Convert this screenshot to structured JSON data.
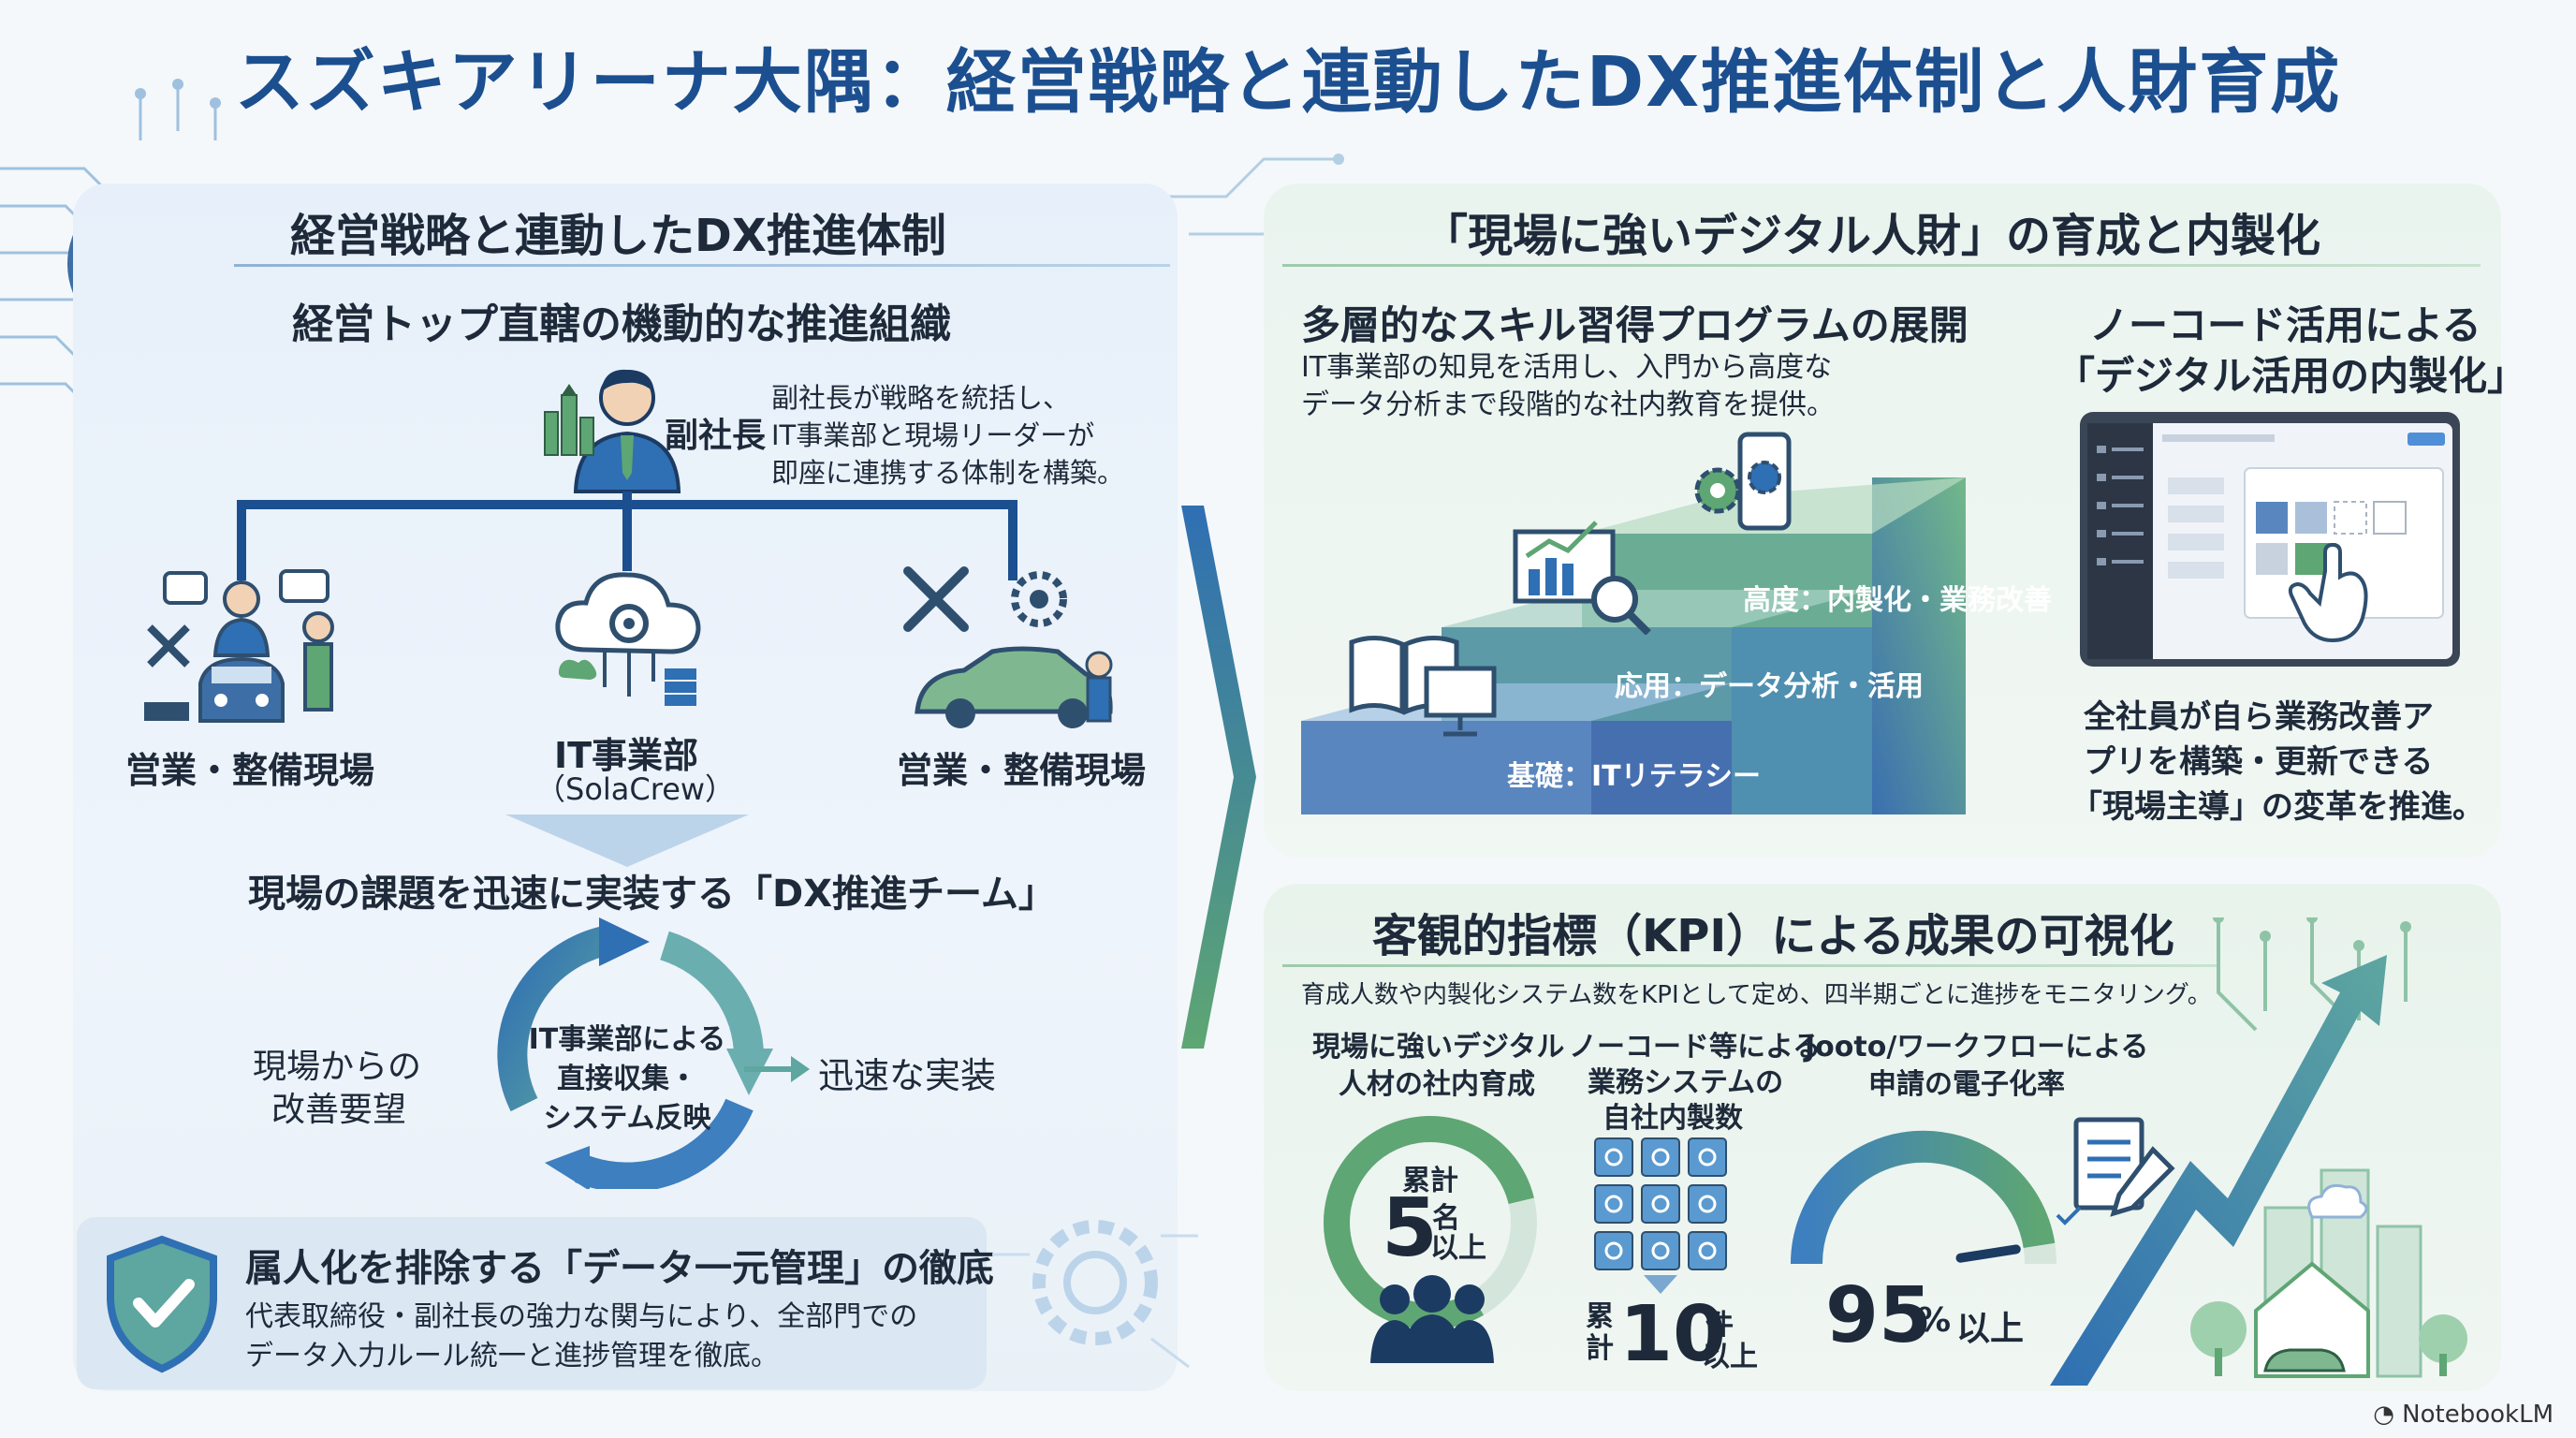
{
  "title": "スズキアリーナ大隅：経営戦略と連動したDX推進体制と人財育成",
  "left": {
    "heading": "経営戦略と連動したDX推進体制",
    "subheading": "経営トップ直轄の機動的な推進組織",
    "vp_label": "副社長",
    "vp_desc": [
      "副社長が戦略を統括し、",
      "IT事業部と現場リーダーが",
      "即座に連携する体制を構築。"
    ],
    "nodes": [
      {
        "label": "営業・整備現場"
      },
      {
        "label": "IT事業部",
        "sub": "（SolaCrew）"
      },
      {
        "label": "営業・整備現場"
      }
    ],
    "team_heading": "現場の課題を迅速に実装する「DX推進チーム」",
    "cycle_left": [
      "現場からの",
      "改善要望"
    ],
    "cycle_center": [
      "IT事業部による",
      "直接収集・",
      "システム反映"
    ],
    "cycle_right": "迅速な実装",
    "shield_heading": "属人化を排除する「データ一元管理」の徹底",
    "shield_desc": [
      "代表取締役・副社長の強力な関与により、全部門での",
      "データ入力ルール統一と進捗管理を徹底。"
    ]
  },
  "right_top": {
    "heading": "「現場に強いデジタル人財」の育成と内製化",
    "program_heading": "多層的なスキル習得プログラムの展開",
    "program_desc": [
      "IT事業部の知見を活用し、入門から高度な",
      "データ分析まで段階的な社内教育を提供。"
    ],
    "steps": [
      "基礎：ITリテラシー",
      "応用：データ分析・活用",
      "高度：内製化・業務改善"
    ],
    "nocode_heading": [
      "ノーコード活用による",
      "「デジタル活用の内製化」"
    ],
    "nocode_desc": [
      "全社員が自ら業務改善ア",
      "プリを構築・更新できる",
      "「現場主導」の変革を推進。"
    ]
  },
  "right_bottom": {
    "heading": "客観的指標（KPI）による成果の可視化",
    "desc": "育成人数や内製化システム数をKPIとして定め、四半期ごとに進捗をモニタリング。",
    "kpis": [
      {
        "title": [
          "現場に強いデジタル",
          "人材の社内育成"
        ],
        "prefix": "累計",
        "value": "5",
        "unit": "名",
        "suffix": "以上"
      },
      {
        "title": [
          "ノーコード等による",
          "業務システムの",
          "自社内製数"
        ],
        "prefix": "累計",
        "value": "10",
        "unit": "件",
        "suffix": "以上"
      },
      {
        "title": [
          "Jooto/ワークフローによる",
          "申請の電子化率"
        ],
        "value": "95",
        "unit": "%",
        "suffix": "以上",
        "gauge": 0.95
      }
    ]
  },
  "footer": "NotebookLM",
  "colors": {
    "navy": "#1c4f8f",
    "blue": "#2f6fb3",
    "green": "#5ea673",
    "teal": "#4f9fa0"
  }
}
